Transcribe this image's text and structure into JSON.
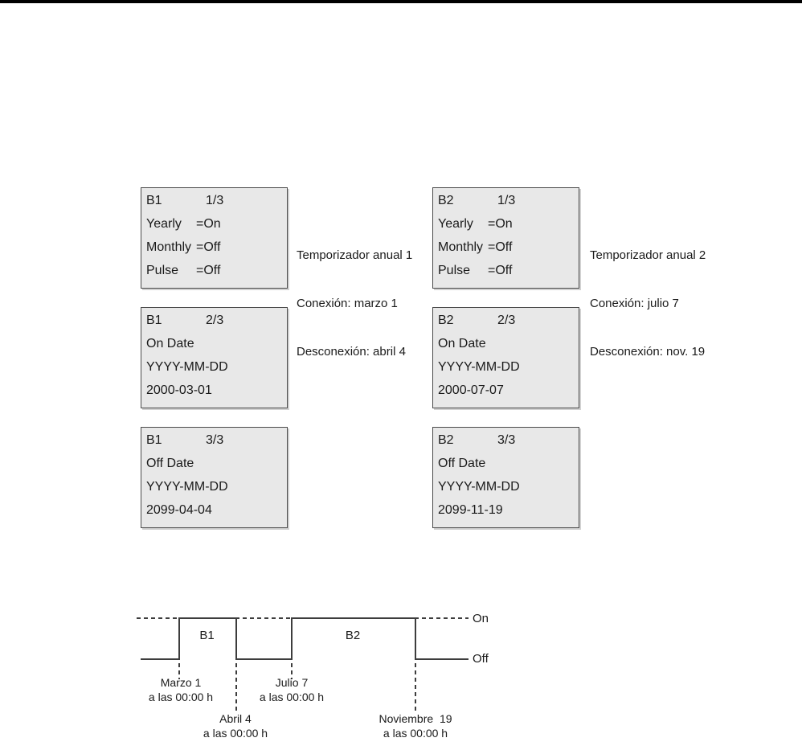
{
  "colors": {
    "top_bar": "#000000",
    "lcd_fill": "#e8e8e8",
    "lcd_border": "#4a4a4a",
    "line": "#3d3d3d",
    "text": "#1a1a1a"
  },
  "screens": [
    {
      "block": "B1",
      "page": "1/3",
      "rows": [
        [
          "Yearly",
          "=On"
        ],
        [
          "Monthly",
          "=Off"
        ],
        [
          "Pulse",
          "=Off"
        ]
      ]
    },
    {
      "block": "B2",
      "page": "1/3",
      "rows": [
        [
          "Yearly",
          "=On"
        ],
        [
          "Monthly",
          "=Off"
        ],
        [
          "Pulse",
          "=Off"
        ]
      ]
    },
    {
      "block": "B1",
      "page": "2/3",
      "lines": [
        "On Date",
        "YYYY-MM-DD",
        "2000-03-01"
      ]
    },
    {
      "block": "B2",
      "page": "2/3",
      "lines": [
        "On Date",
        "YYYY-MM-DD",
        "2000-07-07"
      ]
    },
    {
      "block": "B1",
      "page": "3/3",
      "lines": [
        "Off Date",
        "YYYY-MM-DD",
        "2099-04-04"
      ]
    },
    {
      "block": "B2",
      "page": "3/3",
      "lines": [
        "Off Date",
        "YYYY-MM-DD",
        "2099-11-19"
      ]
    }
  ],
  "captions": {
    "timer1": [
      "Temporizador anual 1",
      "Conexión: marzo 1",
      "Desconexión: abril 4"
    ],
    "timer2": [
      "Temporizador anual 2",
      "Conexión: julio 7",
      "Desconexión: nov. 19"
    ]
  },
  "diagram": {
    "on": "On",
    "off": "Off",
    "pulse1": "B1",
    "pulse2": "B2",
    "t1": [
      "Marzo 1",
      "a las 00:00 h"
    ],
    "t2": [
      "Abril 4",
      "a las 00:00 h"
    ],
    "t3": [
      "Julio 7",
      "a las 00:00 h"
    ],
    "t4": [
      "Noviembre  19",
      "a las 00:00 h"
    ]
  }
}
